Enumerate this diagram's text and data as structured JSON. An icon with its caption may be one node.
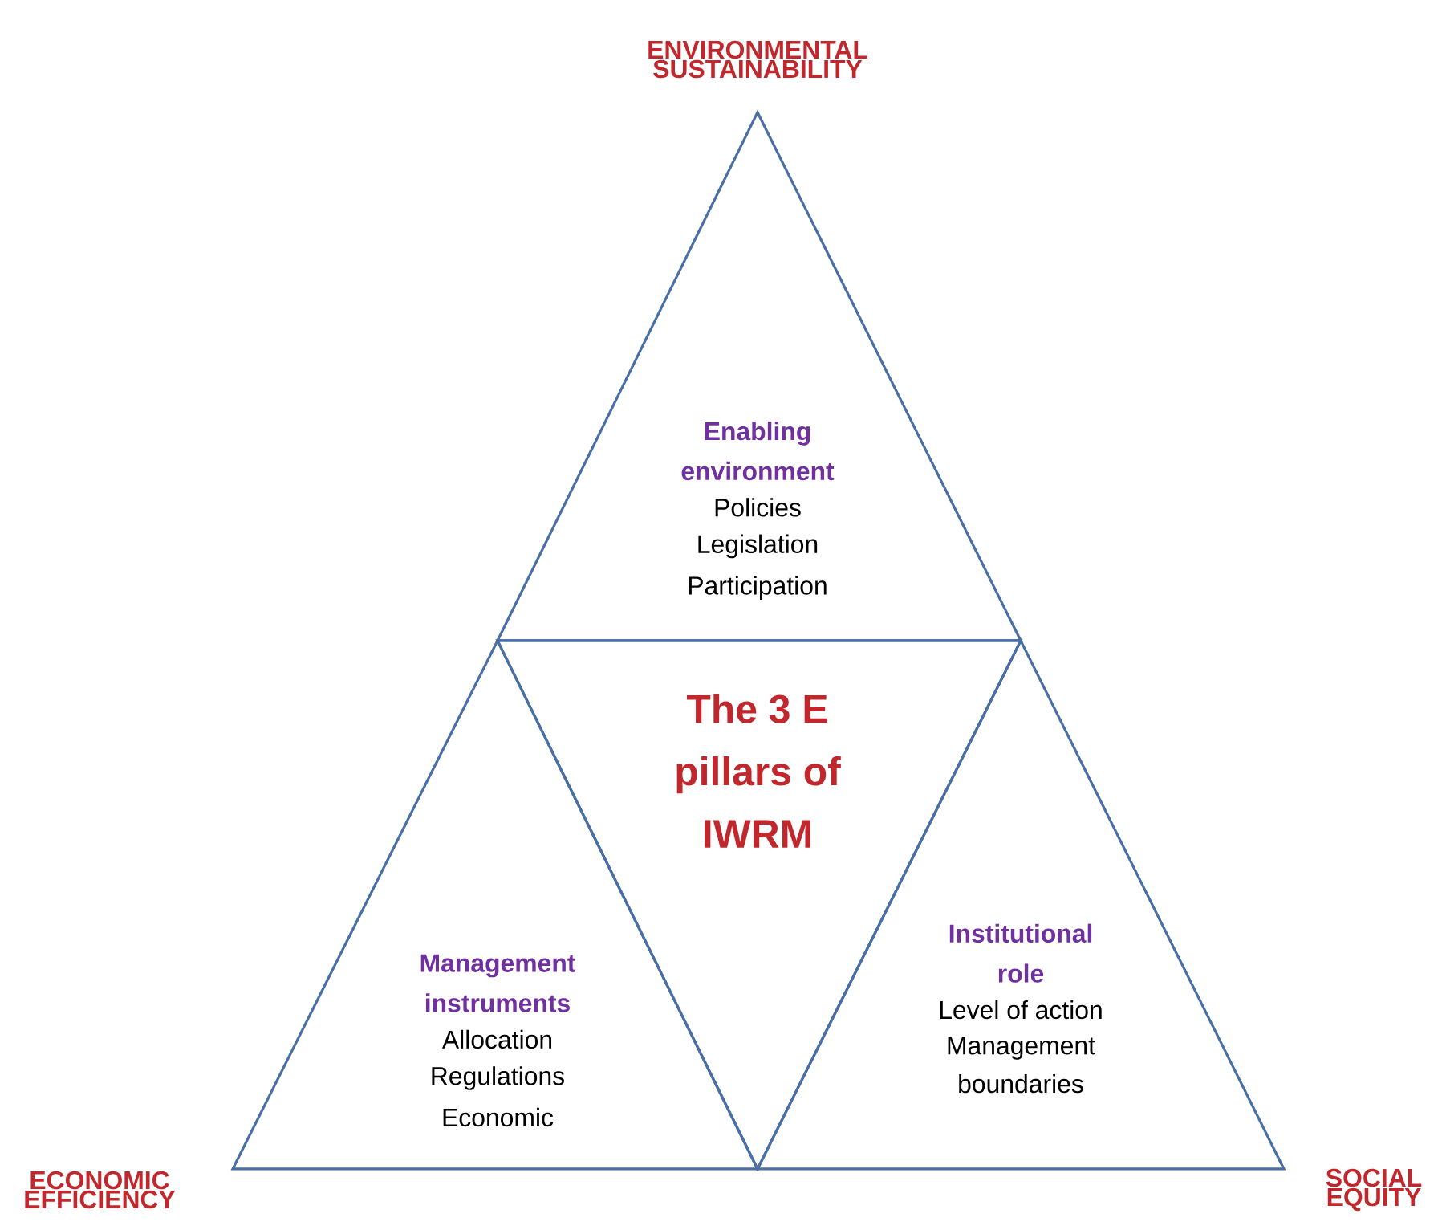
{
  "diagram": {
    "nodes": [
      {
        "text": [
          "Enabling environment",
          "Policies",
          "Legislation",
          "Participation"
        ],
        "beside": [
          "ENVIRONMENTAL SUSTAINABILITY"
        ]
      },
      {
        "text": [
          "The 3 E pillars of IWRM"
        ]
      },
      {
        "text": [
          "Management instruments",
          "Allocation",
          "Regulations",
          "Economic"
        ],
        "beside": [
          "ECONOMIC EFFICIENCY"
        ]
      },
      {
        "text": [
          "Institutional role",
          "Level of action",
          "Management boundaries"
        ],
        "beside": [
          "SOCIAL EQUITY"
        ]
      }
    ]
  }
}
